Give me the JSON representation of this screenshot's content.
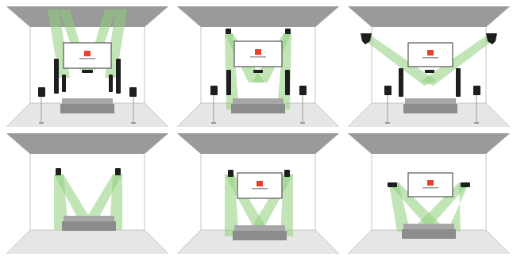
{
  "colors": {
    "ceiling": "#9a9a9a",
    "floor": "#e6e6e6",
    "wall": "#ffffff",
    "edge": "#b8b8b8",
    "beam": "#8ed07a",
    "speaker": "#1e1e1e",
    "sofa": "#8c8c8c",
    "screen_frame": "#555555",
    "logo": "#e8402a"
  },
  "panels": [
    {
      "id": "p1",
      "screen": true,
      "ceiling_spk": "up-front",
      "floor_spk": true,
      "towers": true,
      "surround_on_stands": true
    },
    {
      "id": "p2",
      "screen": true,
      "ceiling_spk": "wall-high",
      "floor_spk": true,
      "towers": true,
      "surround_on_stands": true
    },
    {
      "id": "p3",
      "screen": true,
      "ceiling_spk": "corner-angled",
      "floor_spk": true,
      "towers": true,
      "surround_on_stands": true
    },
    {
      "id": "p4",
      "screen": false,
      "ceiling_spk": "wall-high",
      "floor_spk": false,
      "towers": false,
      "surround_on_stands": false
    },
    {
      "id": "p5",
      "screen": true,
      "ceiling_spk": "wall-high-close",
      "floor_spk": false,
      "towers": false,
      "surround_on_stands": false
    },
    {
      "id": "p6",
      "screen": true,
      "ceiling_spk": "wall-side-mounted",
      "floor_spk": false,
      "towers": false,
      "surround_on_stands": false
    }
  ]
}
